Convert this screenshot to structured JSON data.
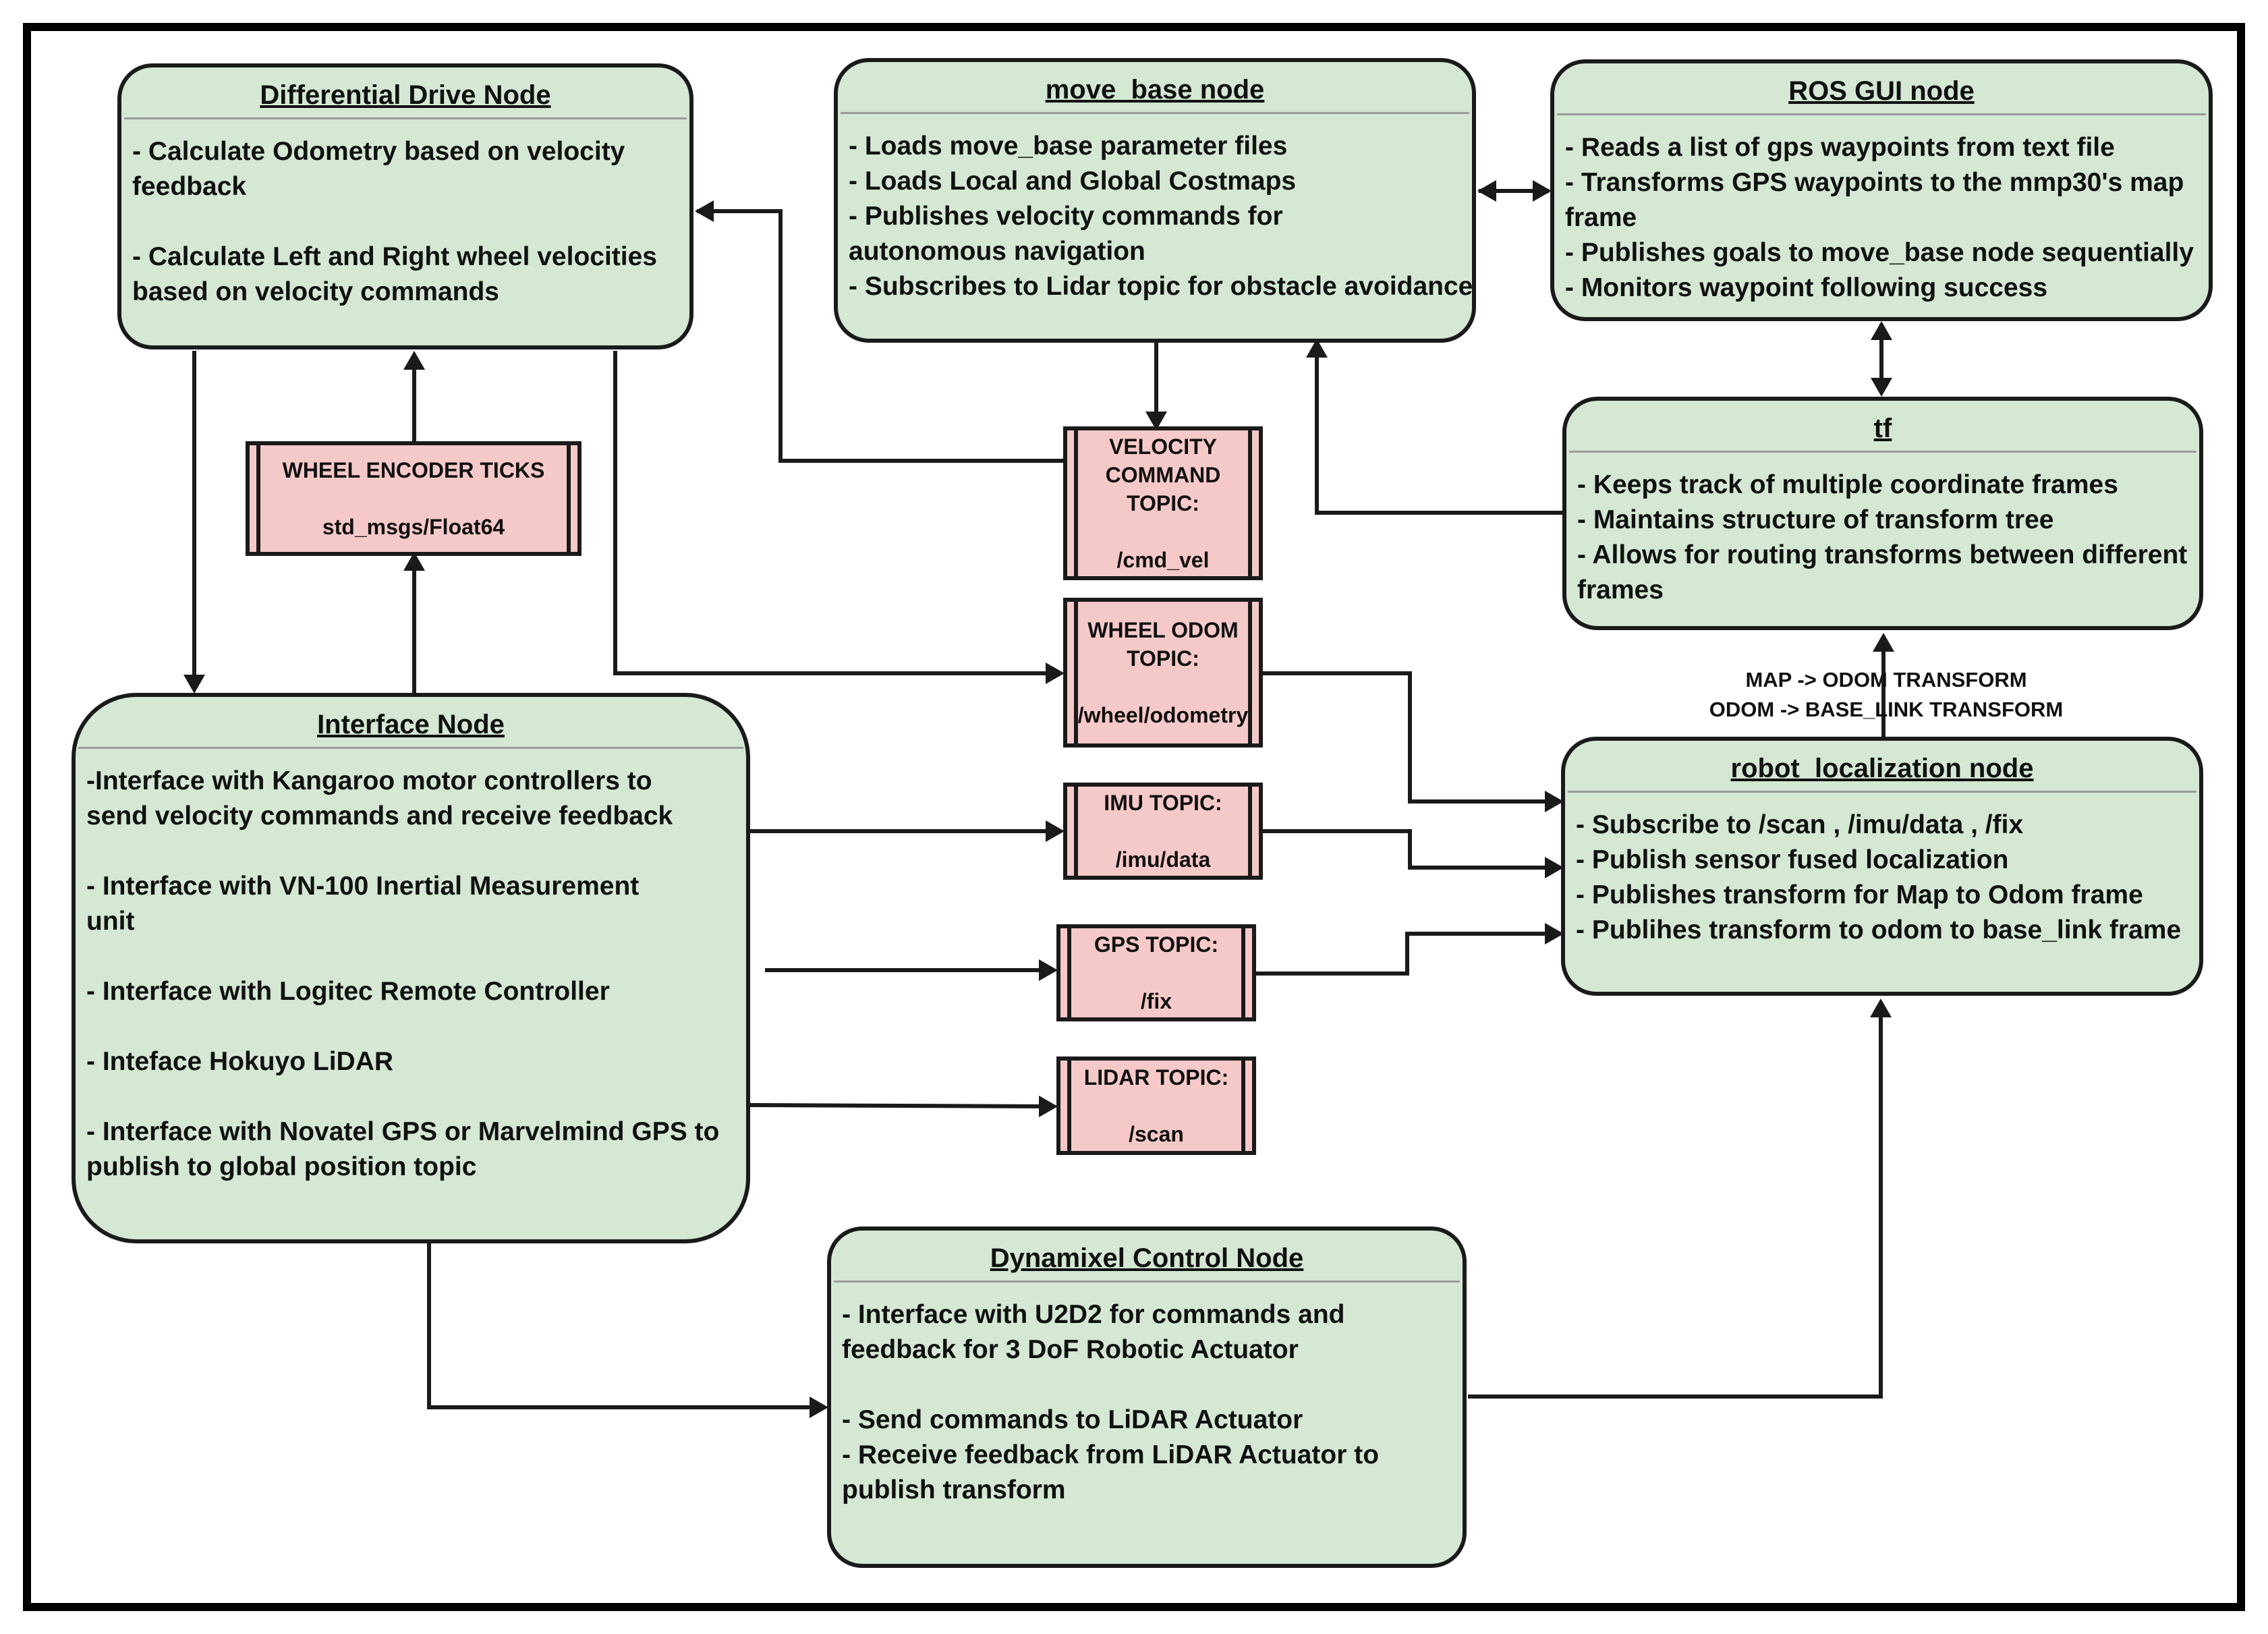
{
  "colors": {
    "node_fill": "#d4e8d4",
    "topic_fill": "#f6c9c9",
    "stroke": "#1a1a1a"
  },
  "nodes": {
    "diff_drive": {
      "title": "Differential Drive Node",
      "lines": [
        "- Calculate Odometry based on velocity",
        "feedback",
        "",
        "- Calculate Left and Right wheel velocities",
        "based on velocity commands"
      ]
    },
    "move_base": {
      "title": "move_base node",
      "lines": [
        "- Loads move_base parameter files",
        "- Loads Local and Global Costmaps",
        "- Publishes velocity commands for",
        "autonomous navigation",
        "- Subscribes to Lidar topic for obstacle avoidance"
      ]
    },
    "ros_gui": {
      "title": "ROS GUI node",
      "lines": [
        "- Reads a list of gps waypoints from text file",
        "- Transforms GPS waypoints to the mmp30's map",
        "frame",
        "- Publishes goals to move_base node sequentially",
        "- Monitors waypoint following success"
      ]
    },
    "tf": {
      "title": "tf",
      "lines": [
        "- Keeps track of multiple coordinate frames",
        "- Maintains structure of transform tree",
        "- Allows for routing transforms between different",
        "  frames"
      ]
    },
    "interface": {
      "title": "Interface Node",
      "lines": [
        "-Interface with Kangaroo motor controllers to",
        "send velocity commands and receive feedback",
        "",
        "- Interface with VN-100 Inertial Measurement",
        "unit",
        "",
        "- Interface with Logitec Remote Controller",
        "",
        "- Inteface Hokuyo LiDAR",
        "",
        "- Interface with Novatel GPS or Marvelmind GPS to",
        "publish to global position  topic"
      ]
    },
    "robot_localization": {
      "title": "robot_localization node",
      "lines": [
        "- Subscribe to /scan , /imu/data , /fix",
        "- Publish sensor fused localization",
        "- Publishes transform for Map to Odom frame",
        "- Publihes transform to odom to base_link frame"
      ]
    },
    "dynamixel": {
      "title": "Dynamixel Control Node",
      "lines": [
        "- Interface with U2D2 for commands and",
        "feedback for 3 DoF Robotic Actuator",
        "",
        "- Send commands to LiDAR Actuator",
        "- Receive feedback from LiDAR Actuator to",
        "publish transform"
      ]
    }
  },
  "topics": {
    "wheel_encoder": [
      "WHEEL ENCODER TICKS",
      "",
      "std_msgs/Float64"
    ],
    "cmd_vel": [
      "VELOCITY",
      "COMMAND",
      "TOPIC:",
      "",
      "/cmd_vel"
    ],
    "wheel_odom": [
      "WHEEL ODOM",
      "TOPIC:",
      "",
      "/wheel/odometry"
    ],
    "imu": [
      "IMU TOPIC:",
      "",
      "/imu/data"
    ],
    "gps": [
      "GPS TOPIC:",
      "",
      "/fix"
    ],
    "lidar": [
      "LIDAR TOPIC:",
      "",
      "/scan"
    ]
  },
  "labels": {
    "transforms": [
      "MAP -> ODOM TRANSFORM",
      "ODOM -> BASE_LINK TRANSFORM"
    ]
  }
}
